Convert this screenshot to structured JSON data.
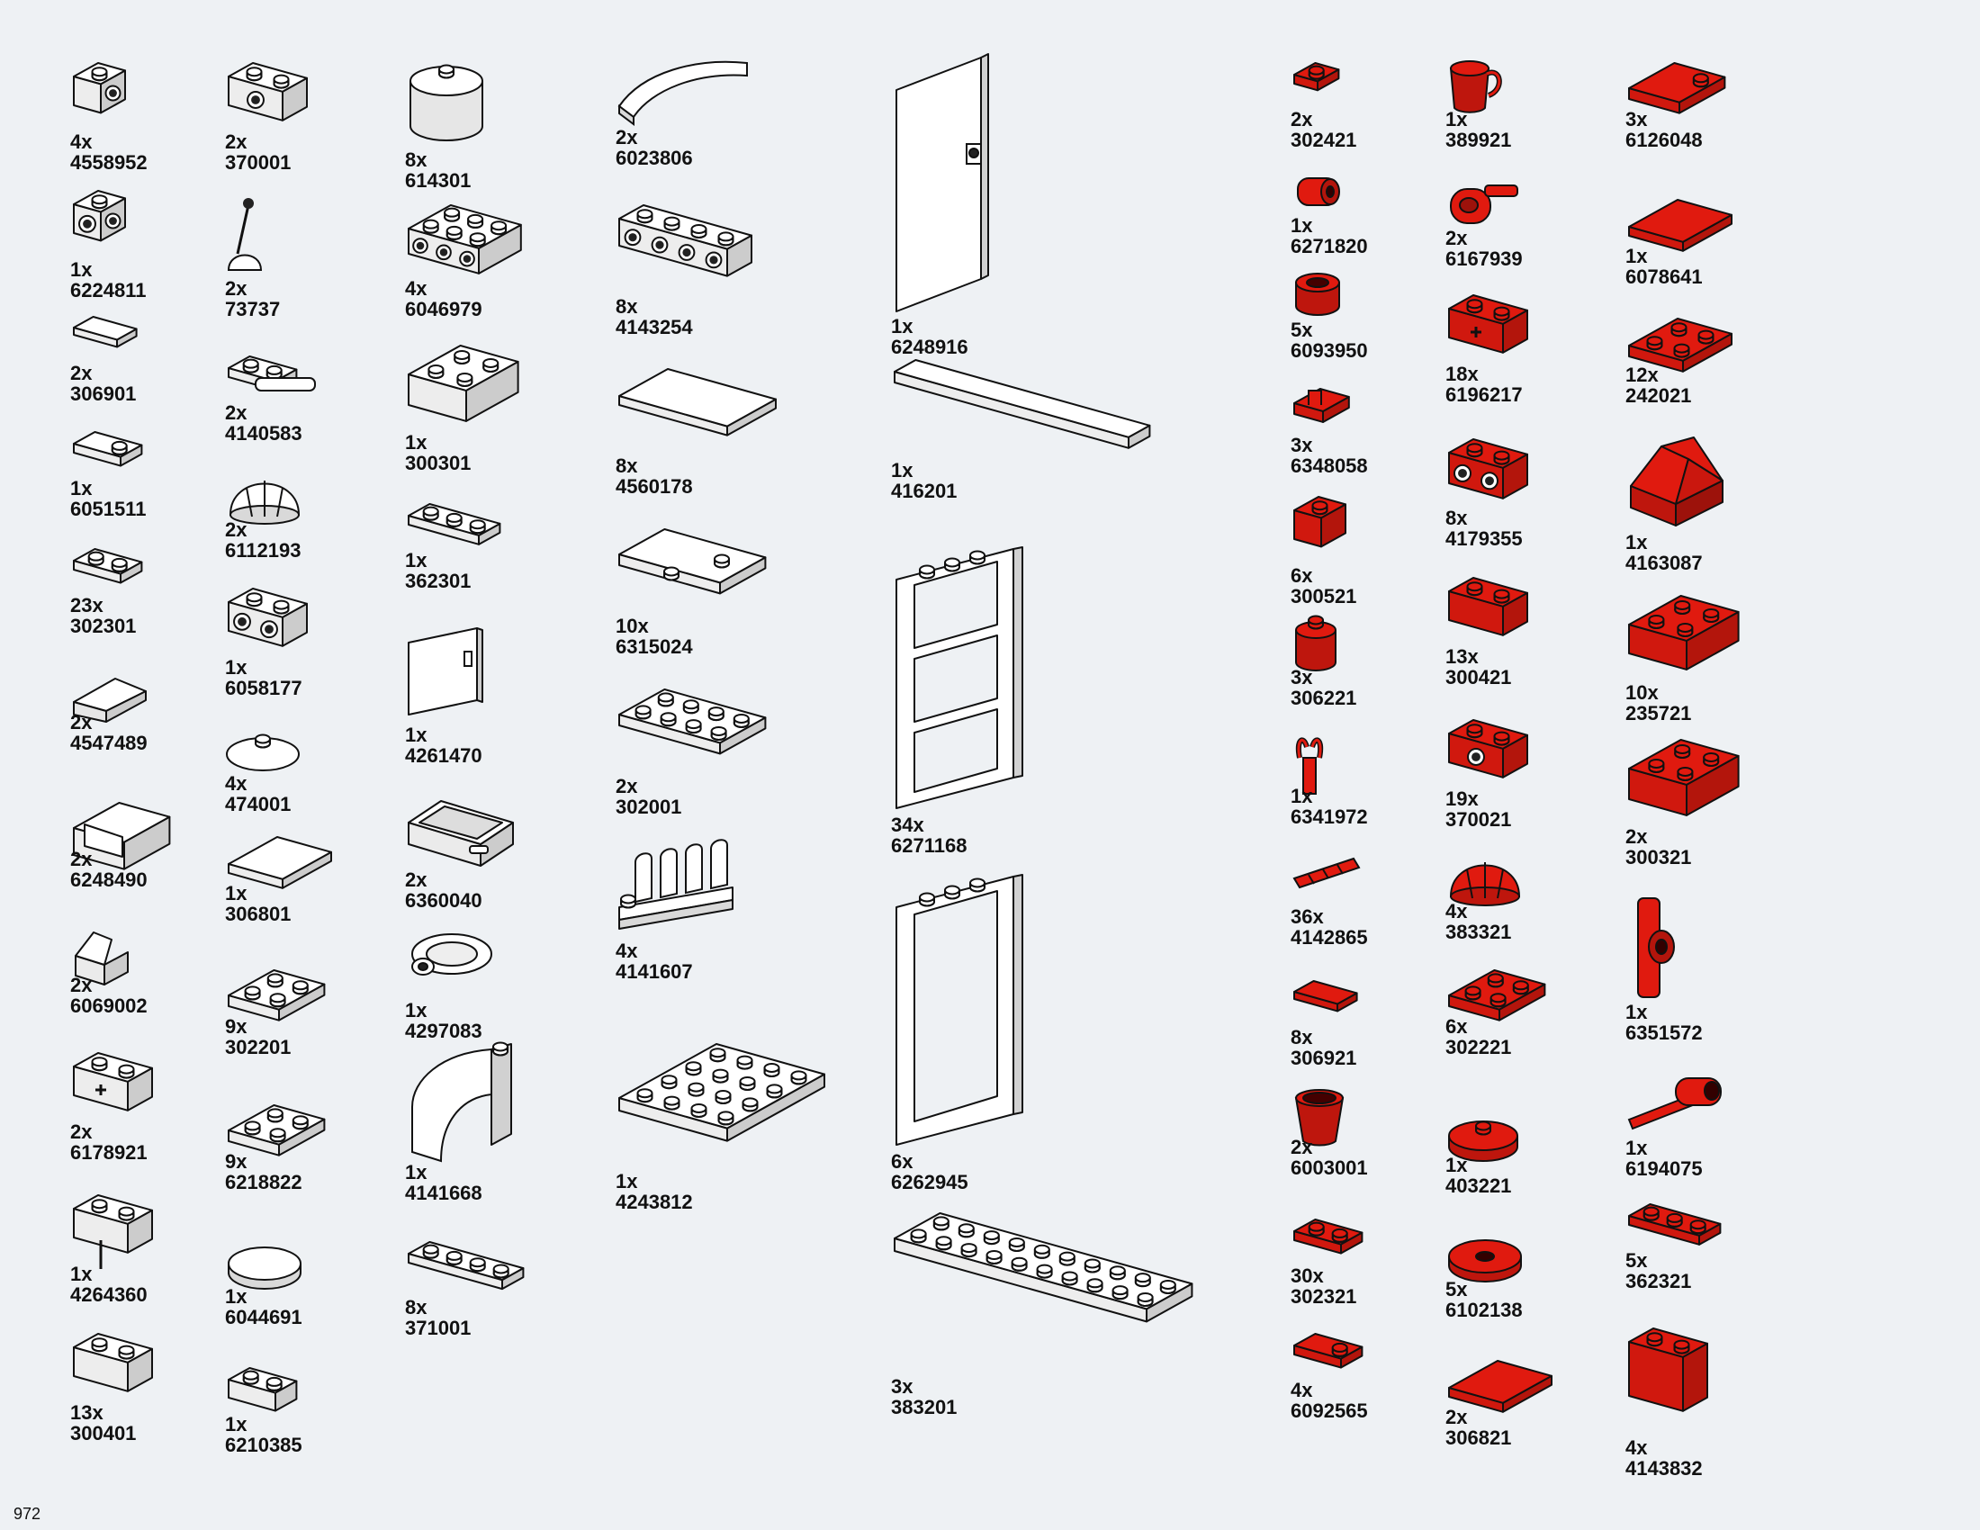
{
  "page_number": "972",
  "colors": {
    "white_part": "#ffffff",
    "red_part": "#e01a0f",
    "outline": "#111111",
    "background": "#eef1f4"
  },
  "parts": [
    {
      "qty": "4x",
      "id": "4558952",
      "color": "white",
      "shape": "brick-1x1-hole-side"
    },
    {
      "qty": "1x",
      "id": "6224811",
      "color": "white",
      "shape": "brick-1x1-studs-side"
    },
    {
      "qty": "2x",
      "id": "306901",
      "color": "white",
      "shape": "tile-1x2"
    },
    {
      "qty": "1x",
      "id": "6051511",
      "color": "white",
      "shape": "plate-1x2-jumper"
    },
    {
      "qty": "23x",
      "id": "302301",
      "color": "white",
      "shape": "plate-1x2"
    },
    {
      "qty": "2x",
      "id": "4547489",
      "color": "white",
      "shape": "slope-tile"
    },
    {
      "qty": "2x",
      "id": "6248490",
      "color": "white",
      "shape": "seat"
    },
    {
      "qty": "2x",
      "id": "6069002",
      "color": "white",
      "shape": "slope-small"
    },
    {
      "qty": "2x",
      "id": "6178921",
      "color": "white",
      "shape": "brick-1x2-axle"
    },
    {
      "qty": "1x",
      "id": "4264360",
      "color": "white",
      "shape": "brick-1x2-groove"
    },
    {
      "qty": "13x",
      "id": "300401",
      "color": "white",
      "shape": "brick-1x2"
    },
    {
      "qty": "2x",
      "id": "370001",
      "color": "white",
      "shape": "brick-1x2-hole"
    },
    {
      "qty": "2x",
      "id": "73737",
      "color": "white",
      "shape": "lever"
    },
    {
      "qty": "2x",
      "id": "4140583",
      "color": "white",
      "shape": "plate-bar"
    },
    {
      "qty": "2x",
      "id": "6112193",
      "color": "white",
      "shape": "dome"
    },
    {
      "qty": "1x",
      "id": "6058177",
      "color": "white",
      "shape": "brick-1x2-studs-side"
    },
    {
      "qty": "4x",
      "id": "474001",
      "color": "white",
      "shape": "dish"
    },
    {
      "qty": "1x",
      "id": "306801",
      "color": "white",
      "shape": "tile-2x2"
    },
    {
      "qty": "9x",
      "id": "302201",
      "color": "white",
      "shape": "plate-2x2"
    },
    {
      "qty": "9x",
      "id": "6218822",
      "color": "white",
      "shape": "plate-2x2-corner"
    },
    {
      "qty": "1x",
      "id": "6044691",
      "color": "white",
      "shape": "tile-round"
    },
    {
      "qty": "1x",
      "id": "6210385",
      "color": "white",
      "shape": "plate-inverted"
    },
    {
      "qty": "8x",
      "id": "614301",
      "color": "white",
      "shape": "round-brick"
    },
    {
      "qty": "4x",
      "id": "6046979",
      "color": "white",
      "shape": "brick-2x2-studs-side"
    },
    {
      "qty": "1x",
      "id": "300301",
      "color": "white",
      "shape": "brick-2x2"
    },
    {
      "qty": "1x",
      "id": "362301",
      "color": "white",
      "shape": "plate-1x3"
    },
    {
      "qty": "1x",
      "id": "4261470",
      "color": "white",
      "shape": "door-small"
    },
    {
      "qty": "2x",
      "id": "6360040",
      "color": "white",
      "shape": "drawer"
    },
    {
      "qty": "1x",
      "id": "4297083",
      "color": "white",
      "shape": "ring"
    },
    {
      "qty": "1x",
      "id": "4141668",
      "color": "white",
      "shape": "arch-curve"
    },
    {
      "qty": "8x",
      "id": "371001",
      "color": "white",
      "shape": "plate-1x4"
    },
    {
      "qty": "2x",
      "id": "6023806",
      "color": "white",
      "shape": "curved-slope"
    },
    {
      "qty": "8x",
      "id": "4143254",
      "color": "white",
      "shape": "brick-1x4-studs-side"
    },
    {
      "qty": "8x",
      "id": "4560178",
      "color": "white",
      "shape": "tile-2x4"
    },
    {
      "qty": "10x",
      "id": "6315024",
      "color": "white",
      "shape": "plate-2x4-jumper"
    },
    {
      "qty": "2x",
      "id": "302001",
      "color": "white",
      "shape": "plate-2x4"
    },
    {
      "qty": "4x",
      "id": "4141607",
      "color": "white",
      "shape": "fence"
    },
    {
      "qty": "1x",
      "id": "4243812",
      "color": "white",
      "shape": "plate-4x4"
    },
    {
      "qty": "1x",
      "id": "6248916",
      "color": "white",
      "shape": "door-tall"
    },
    {
      "qty": "1x",
      "id": "416201",
      "color": "white",
      "shape": "tile-long"
    },
    {
      "qty": "34x",
      "id": "6271168",
      "color": "white",
      "shape": "window-panes"
    },
    {
      "qty": "6x",
      "id": "6262945",
      "color": "white",
      "shape": "window-frame"
    },
    {
      "qty": "3x",
      "id": "383201",
      "color": "white",
      "shape": "plate-2x10"
    },
    {
      "qty": "2x",
      "id": "302421",
      "color": "red",
      "shape": "plate-1x1"
    },
    {
      "qty": "1x",
      "id": "6271820",
      "color": "red",
      "shape": "pin-connector"
    },
    {
      "qty": "5x",
      "id": "6093950",
      "color": "red",
      "shape": "round-1x1"
    },
    {
      "qty": "3x",
      "id": "6348058",
      "color": "red",
      "shape": "plate-clip"
    },
    {
      "qty": "6x",
      "id": "300521",
      "color": "red",
      "shape": "brick-1x1"
    },
    {
      "qty": "3x",
      "id": "306221",
      "color": "red",
      "shape": "cylinder"
    },
    {
      "qty": "1x",
      "id": "6341972",
      "color": "red",
      "shape": "bar-clip"
    },
    {
      "qty": "36x",
      "id": "4142865",
      "color": "red",
      "shape": "axle-joiner"
    },
    {
      "qty": "8x",
      "id": "306921",
      "color": "red",
      "shape": "tile-1x2"
    },
    {
      "qty": "2x",
      "id": "6003001",
      "color": "red",
      "shape": "pot"
    },
    {
      "qty": "30x",
      "id": "302321",
      "color": "red",
      "shape": "plate-1x2"
    },
    {
      "qty": "4x",
      "id": "6092565",
      "color": "red",
      "shape": "plate-1x2-jumper"
    },
    {
      "qty": "1x",
      "id": "389921",
      "color": "red",
      "shape": "cup"
    },
    {
      "qty": "2x",
      "id": "6167939",
      "color": "red",
      "shape": "pin-knob"
    },
    {
      "qty": "18x",
      "id": "6196217",
      "color": "red",
      "shape": "brick-1x2-axle"
    },
    {
      "qty": "8x",
      "id": "4179355",
      "color": "red",
      "shape": "brick-1x2-two-holes"
    },
    {
      "qty": "13x",
      "id": "300421",
      "color": "red",
      "shape": "brick-1x2"
    },
    {
      "qty": "19x",
      "id": "370021",
      "color": "red",
      "shape": "brick-1x2-hole"
    },
    {
      "qty": "4x",
      "id": "383321",
      "color": "red",
      "shape": "dome"
    },
    {
      "qty": "6x",
      "id": "302221",
      "color": "red",
      "shape": "plate-2x2"
    },
    {
      "qty": "1x",
      "id": "403221",
      "color": "red",
      "shape": "round-plate"
    },
    {
      "qty": "5x",
      "id": "6102138",
      "color": "red",
      "shape": "tile-round-hole"
    },
    {
      "qty": "2x",
      "id": "306821",
      "color": "red",
      "shape": "tile-2x2"
    },
    {
      "qty": "3x",
      "id": "6126048",
      "color": "red",
      "shape": "plate-2x2-jumper"
    },
    {
      "qty": "1x",
      "id": "6078641",
      "color": "red",
      "shape": "tile-corner"
    },
    {
      "qty": "12x",
      "id": "242021",
      "color": "red",
      "shape": "plate-corner"
    },
    {
      "qty": "1x",
      "id": "4163087",
      "color": "red",
      "shape": "slope-pyramid"
    },
    {
      "qty": "10x",
      "id": "235721",
      "color": "red",
      "shape": "brick-corner"
    },
    {
      "qty": "2x",
      "id": "300321",
      "color": "red",
      "shape": "brick-2x2"
    },
    {
      "qty": "1x",
      "id": "6351572",
      "color": "red",
      "shape": "axle-connector"
    },
    {
      "qty": "1x",
      "id": "6194075",
      "color": "red",
      "shape": "axle-arm"
    },
    {
      "qty": "5x",
      "id": "362321",
      "color": "red",
      "shape": "plate-1x3"
    },
    {
      "qty": "4x",
      "id": "4143832",
      "color": "red",
      "shape": "brick-1x2x2"
    }
  ]
}
